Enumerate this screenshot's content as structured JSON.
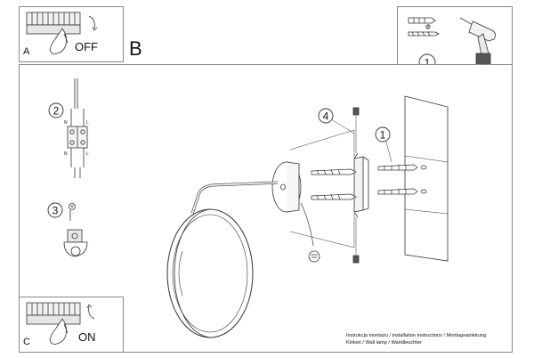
{
  "panel_a": {
    "letter": "A",
    "action": "OFF"
  },
  "section_b": {
    "letter": "B"
  },
  "panel_c": {
    "letter": "C",
    "action": "ON"
  },
  "steps": {
    "s1_top": "1",
    "s1": "1",
    "s2": "2",
    "s3": "3",
    "s4": "4"
  },
  "wire_labels": {
    "n_left": "N",
    "l_right": "L",
    "n_left_b": "N",
    "l_right_b": "L"
  },
  "caption": {
    "line1": "Instrukcja montażu / installation instructions / Montageanleitung",
    "line2": "Kinkiet / Wall lamp / Wandleuchter"
  }
}
